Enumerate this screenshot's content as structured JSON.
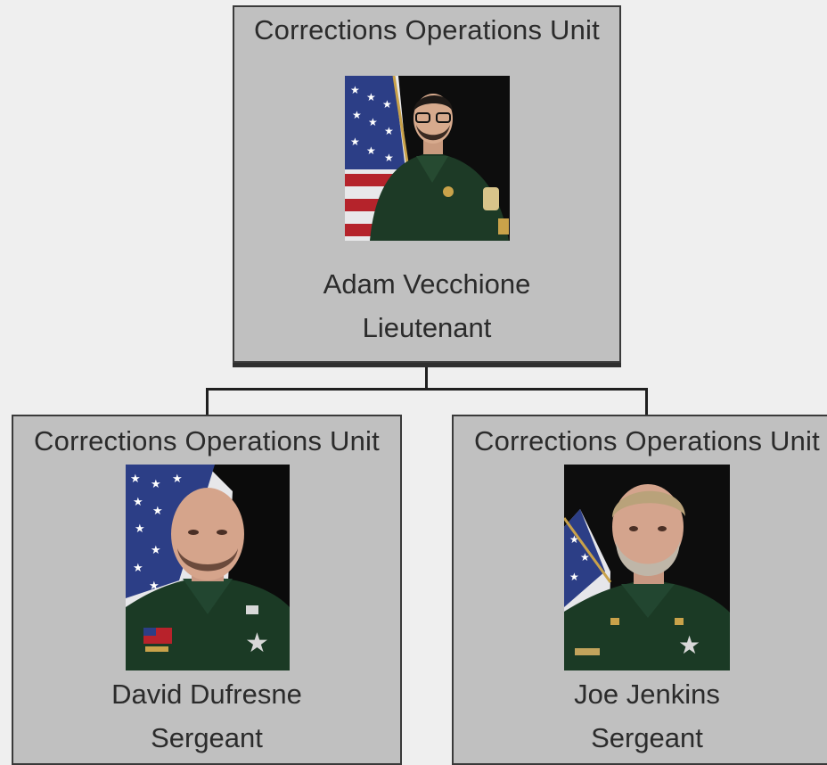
{
  "org_chart": {
    "top": {
      "unit": "Corrections Operations Unit",
      "name": "Adam Vecchione",
      "rank": "Lieutenant"
    },
    "left": {
      "unit": "Corrections Operations Unit",
      "name": "David Dufresne",
      "rank": "Sergeant"
    },
    "right": {
      "unit": "Corrections Operations Unit",
      "name": "Joe Jenkins",
      "rank": "Sergeant"
    }
  }
}
